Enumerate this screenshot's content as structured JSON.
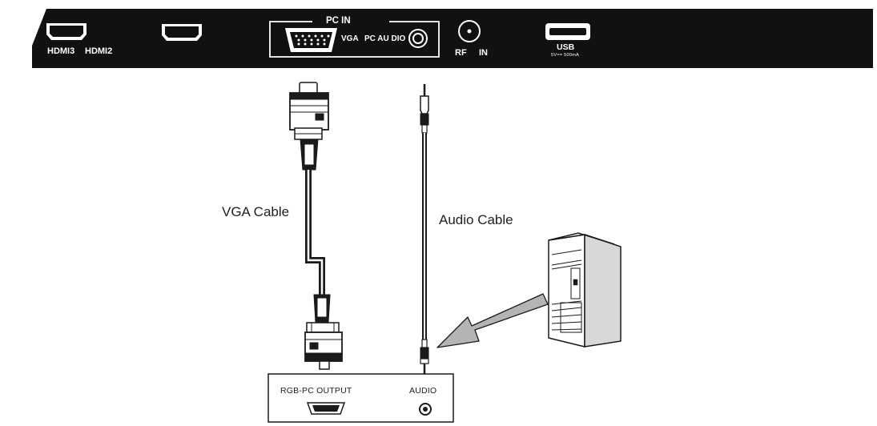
{
  "tv_panel": {
    "hdmi3_label": "HDMI3",
    "hdmi2_label": "HDMI2",
    "pc_in_label": "PC IN",
    "vga_label": "VGA",
    "pc_audio_label": "PC AU DIO",
    "rf_label": "RF",
    "in_label": "IN",
    "usb_label": "USB",
    "usb_spec": "5V== 500mA"
  },
  "cables": {
    "vga_cable_label": "VGA Cable",
    "audio_cable_label": "Audio Cable"
  },
  "pc_output_box": {
    "rgb_pc_output_label": "RGB-PC OUTPUT",
    "audio_label": "AUDIO"
  },
  "colors": {
    "panel": "#111111",
    "line": "#1a1a1a",
    "arrow_fill": "#b4b4b4"
  }
}
